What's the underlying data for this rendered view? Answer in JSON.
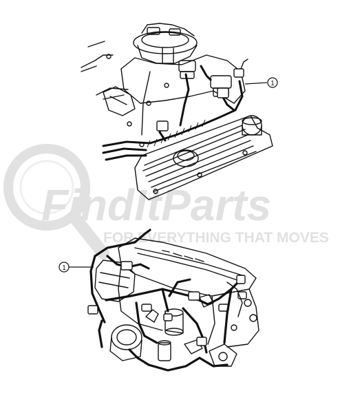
{
  "watermark": {
    "brand": "FindItParts",
    "tagline": "FOR EVERYTHING THAT MOVES",
    "color": "#c9c9c9"
  },
  "callouts": [
    {
      "id": "top",
      "label": "1"
    },
    {
      "id": "bottom",
      "label": "1"
    }
  ]
}
